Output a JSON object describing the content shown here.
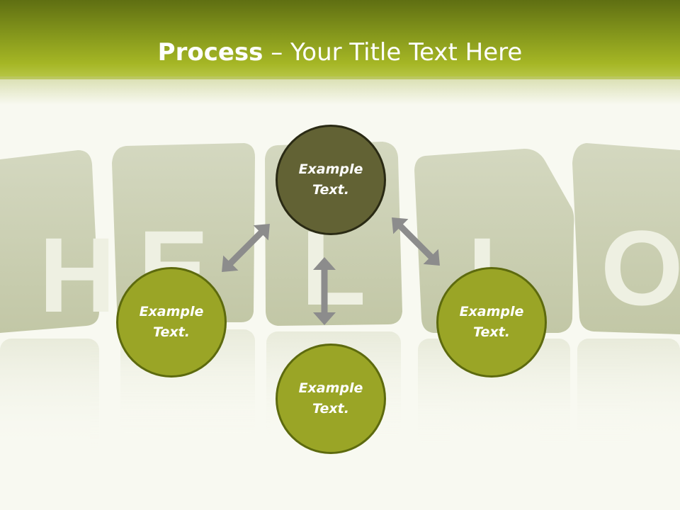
{
  "title": {
    "bold": "Process",
    "separator": " – ",
    "rest": "Your Title Text Here"
  },
  "background_cubes": [
    "H",
    "E",
    "L",
    "L",
    "O"
  ],
  "circles": {
    "top": {
      "line1": "Example",
      "line2": "Text."
    },
    "left": {
      "line1": "Example",
      "line2": "Text."
    },
    "right": {
      "line1": "Example",
      "line2": "Text."
    },
    "bottom": {
      "line1": "Example",
      "line2": "Text."
    }
  },
  "colors": {
    "header": "#a5b625",
    "circle_dark": "#626234",
    "circle_light": "#9aa526",
    "arrow": "#8c8c8c"
  }
}
